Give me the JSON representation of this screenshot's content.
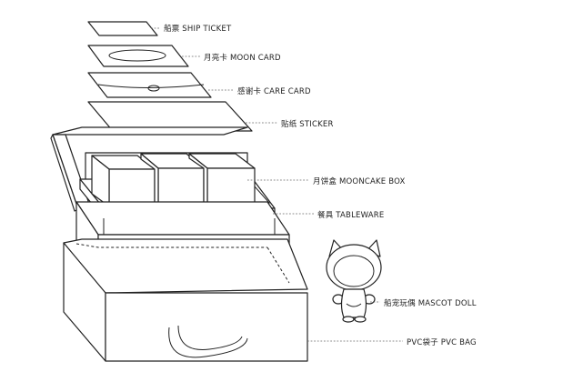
{
  "labels": {
    "ship_ticket": "船票  SHIP TICKET",
    "moon_card": "月亮卡  MOON CARD",
    "care_card": "感谢卡  CARE CARD",
    "sticker": "贴纸  STICKER",
    "mooncake_box": "月饼盒  MOONCAKE BOX",
    "tableware": "餐具  TABLEWARE",
    "mascot_doll": "船宠玩偶  MASCOT DOLL",
    "pvc_bag": "PVC袋子  PVC BAG"
  }
}
